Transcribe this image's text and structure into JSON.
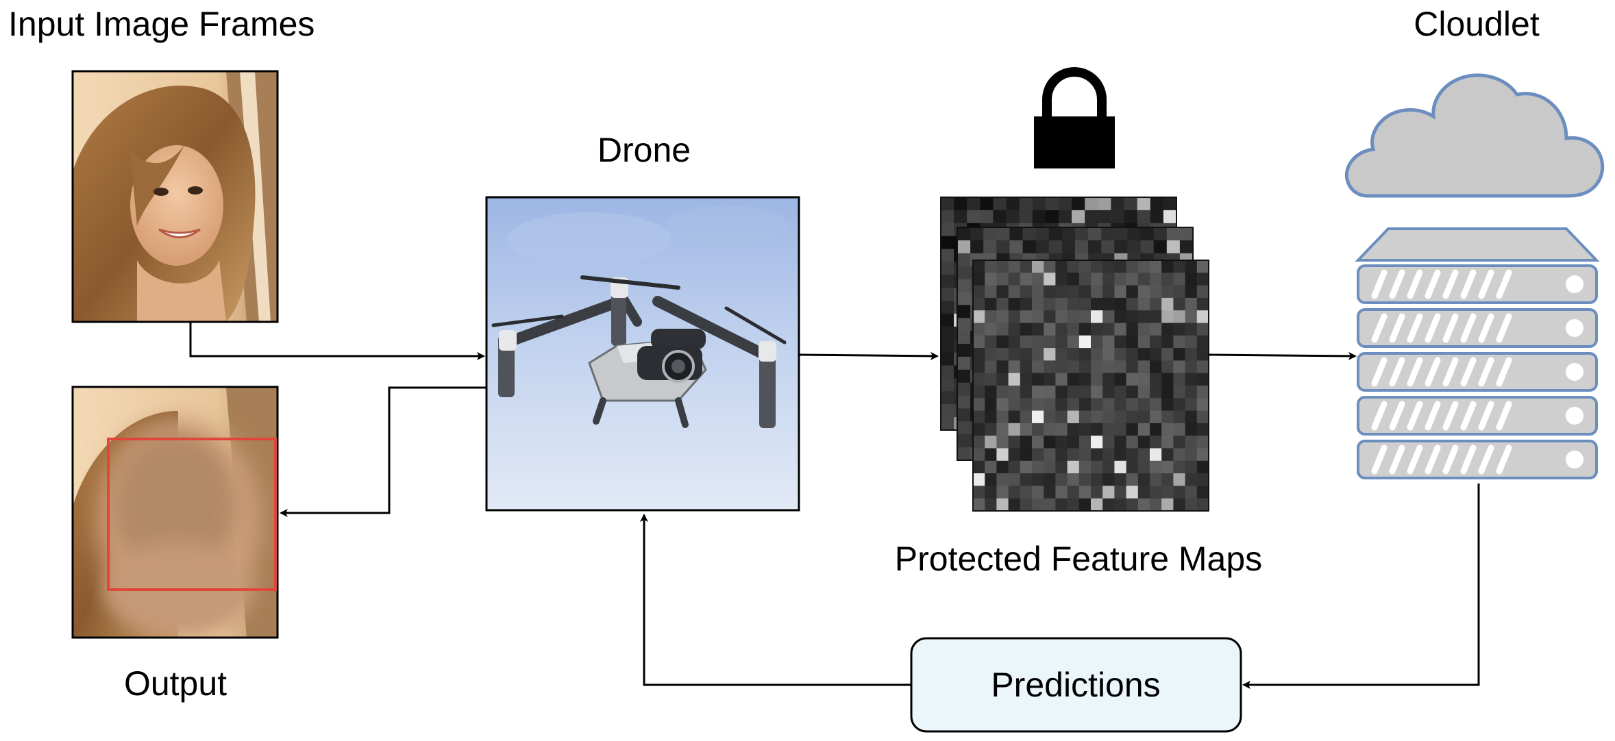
{
  "labels": {
    "input_frames": "Input Image Frames",
    "drone": "Drone",
    "protected_maps": "Protected Feature Maps",
    "cloudlet": "Cloudlet",
    "output": "Output",
    "predictions": "Predictions"
  },
  "colors": {
    "line": "#000000",
    "cloud_fill": "#c9c9c9",
    "cloud_stroke": "#6c8ebf",
    "server_fill": "#cfcfcf",
    "server_stroke": "#6c8ebf",
    "predictions_fill": "#ebf6fb",
    "detection_box": "#e0473a"
  },
  "icons": [
    "lock-icon",
    "cloud-icon",
    "server-rack-icon",
    "drone-image",
    "face-image",
    "blurred-face-image",
    "feature-map-image"
  ]
}
